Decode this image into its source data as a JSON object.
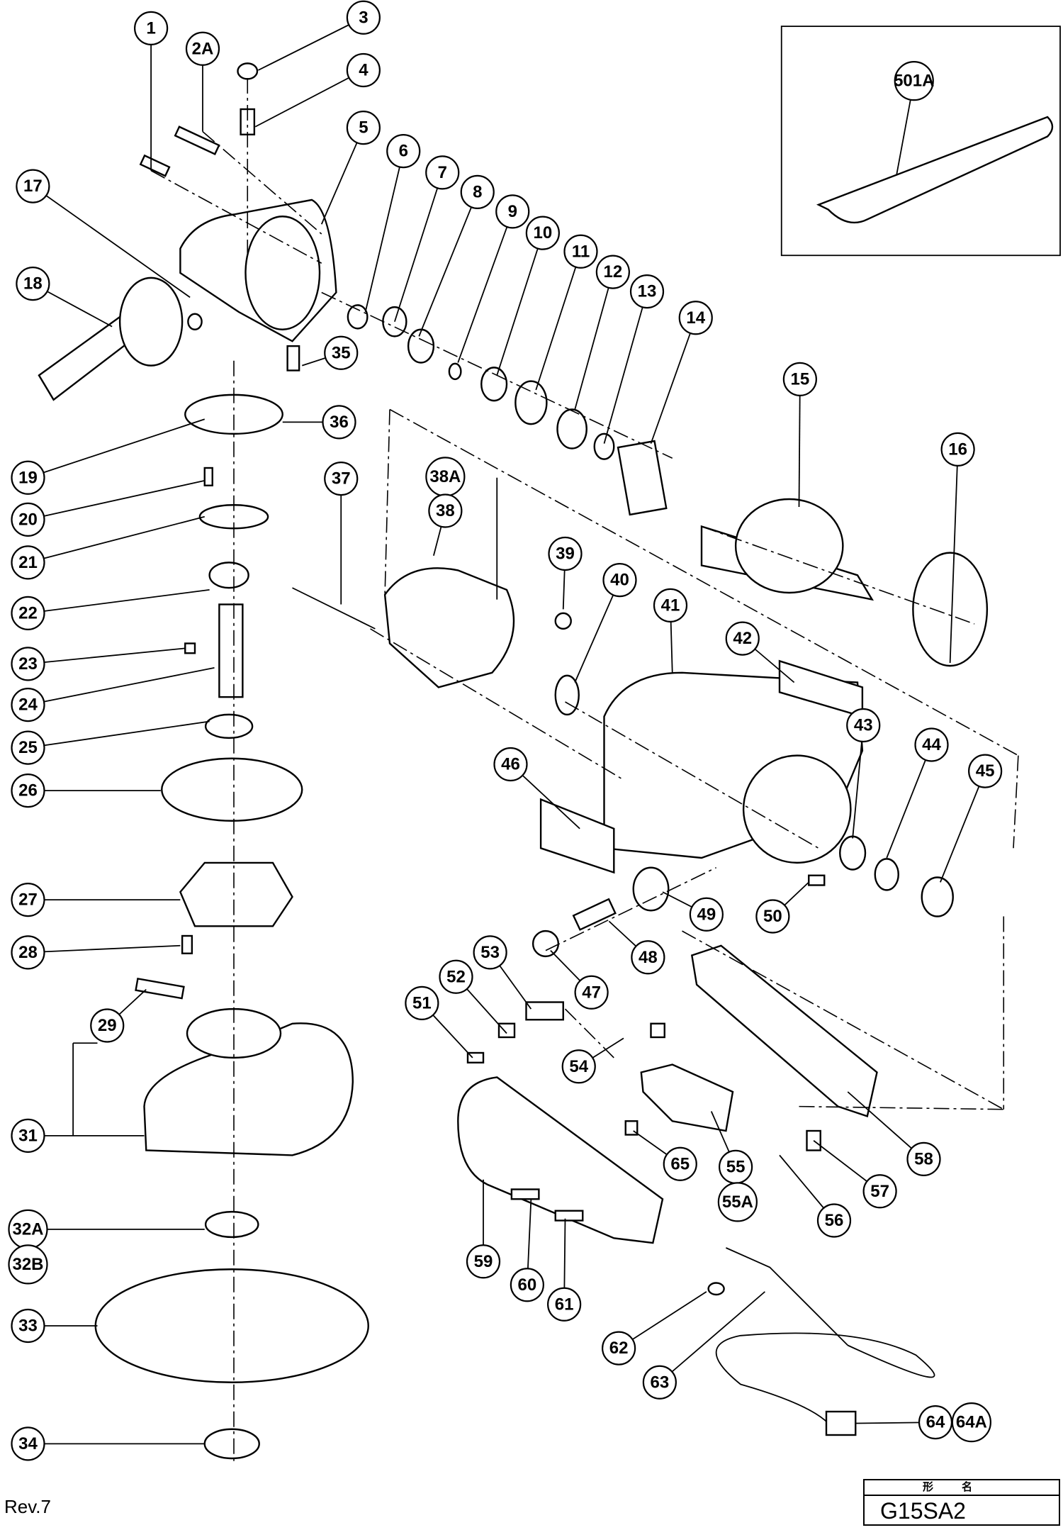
{
  "diagram": {
    "callouts": [
      "1",
      "2A",
      "3",
      "4",
      "5",
      "6",
      "7",
      "8",
      "9",
      "10",
      "11",
      "12",
      "13",
      "14",
      "15",
      "16",
      "17",
      "18",
      "35",
      "36",
      "19",
      "20",
      "21",
      "22",
      "23",
      "24",
      "25",
      "26",
      "27",
      "28",
      "29",
      "31",
      "32A",
      "32B",
      "33",
      "34",
      "37",
      "38A",
      "38",
      "39",
      "40",
      "41",
      "42",
      "43",
      "44",
      "45",
      "46",
      "47",
      "48",
      "49",
      "50",
      "51",
      "52",
      "53",
      "54",
      "55",
      "55A",
      "56",
      "57",
      "58",
      "59",
      "60",
      "61",
      "62",
      "63",
      "64",
      "64A",
      "65",
      "501A"
    ],
    "revision": "Rev.7",
    "title_block": {
      "header": "形名",
      "model": "G15SA2"
    }
  }
}
